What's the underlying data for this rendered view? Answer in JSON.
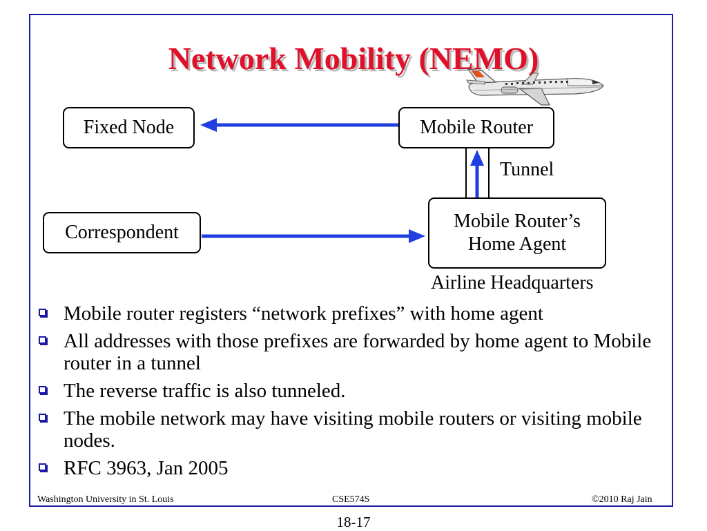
{
  "title": "Network Mobility (NEMO)",
  "diagram": {
    "fixed_node": "Fixed Node",
    "mobile_router": "Mobile Router",
    "tunnel_label": "Tunnel",
    "correspondent": "Correspondent",
    "home_agent_line1": "Mobile Router’s",
    "home_agent_line2": "Home Agent",
    "airline_label": "Airline Headquarters"
  },
  "bullets": [
    "Mobile router registers “network prefixes” with home agent",
    "All addresses with those prefixes are forwarded by home agent to Mobile router in a tunnel",
    "The reverse traffic is also tunneled.",
    "The mobile network may have visiting mobile routers or visiting mobile nodes.",
    "RFC 3963, Jan 2005"
  ],
  "footer": {
    "left": "Washington University in St. Louis",
    "center": "CSE574S",
    "right": "©2010 Raj Jain",
    "page": "18-17"
  },
  "colors": {
    "title": "#e0102a",
    "frame": "#1a1aa6",
    "arrow": "#1f3fe0"
  },
  "icons": {
    "plane": "airplane-icon",
    "bullet": "square-bullet-icon"
  }
}
